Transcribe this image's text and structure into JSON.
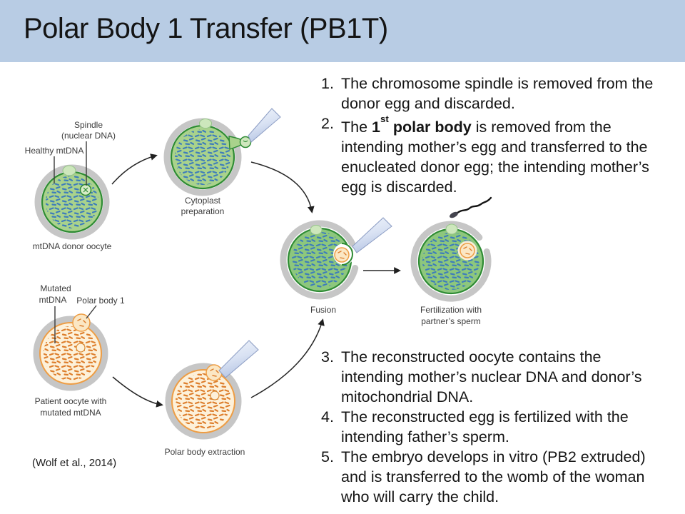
{
  "slide": {
    "title": "Polar Body 1 Transfer (PB1T)",
    "citation": "(Wolf et al., 2014)"
  },
  "steps": [
    {
      "num": "1.",
      "text": "The chromosome spindle is removed from the donor egg and discarded."
    },
    {
      "num": "2.",
      "seg_pre": "The ",
      "seg_bold1": "1",
      "seg_sup": "st",
      "seg_bold2": " polar body",
      "seg_post": " is removed from the intending mother’s egg and transferred to the enucleated donor egg; the intending mother’s egg is discarded."
    },
    {
      "num": "3.",
      "text": "The reconstructed oocyte contains the intending mother’s nuclear DNA and donor’s mitochondrial DNA."
    },
    {
      "num": "4.",
      "text": "The reconstructed egg is fertilized with the intending father’s sperm."
    },
    {
      "num": "5.",
      "text": "The embryo develops in vitro (PB2 extruded) and is transferred to the womb of the woman who will carry the child."
    }
  ],
  "diagram": {
    "donor": {
      "callout_spindle_1": "Spindle",
      "callout_spindle_2": "(nuclear DNA)",
      "callout_mtdna": "Healthy mtDNA",
      "label": "mtDNA donor oocyte"
    },
    "cytoplast": {
      "label_1": "Cytoplast",
      "label_2": "preparation"
    },
    "patient": {
      "callout_mutated_1": "Mutated",
      "callout_mutated_2": "mtDNA",
      "callout_pb": "Polar body 1",
      "label_1": "Patient oocyte with",
      "label_2": "mutated mtDNA"
    },
    "extraction": {
      "label": "Polar body extraction"
    },
    "fusion": {
      "label": "Fusion"
    },
    "fertilization": {
      "label_1": "Fertilization with",
      "label_2": "partner’s sperm"
    }
  },
  "colors": {
    "title_bar_blue": "#b8cce4",
    "cell_green": "#a9d28c",
    "cell_green_saturated": "#8dc77d",
    "cell_green_border": "#2e8b34",
    "mtdna_blue": "#3e7dbb",
    "cell_cream": "#fdf1da",
    "cell_orange_border": "#ee9d44",
    "mtdna_orange": "#dd7e2c",
    "zona_ring_gray": "#c6c6c6",
    "pipette_blue": "#d9e2f3"
  }
}
